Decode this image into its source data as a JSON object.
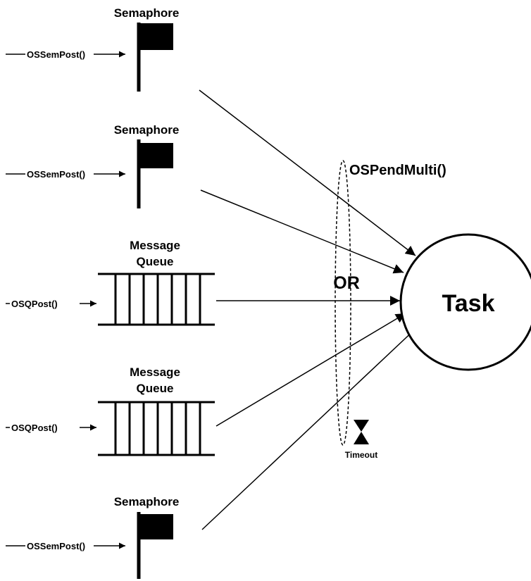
{
  "colors": {
    "ink": "#000000",
    "background": "#ffffff"
  },
  "task": {
    "label": "Task"
  },
  "pend": {
    "label": "OSPendMulti()",
    "or_label": "OR",
    "timeout_label": "Timeout",
    "timeout_icon": "hourglass-icon"
  },
  "objects": [
    {
      "kind": "semaphore",
      "title": "Semaphore",
      "post": "OSSemPost()"
    },
    {
      "kind": "semaphore",
      "title": "Semaphore",
      "post": "OSSemPost()"
    },
    {
      "kind": "queue",
      "title_line1": "Message",
      "title_line2": "Queue",
      "post": "OSQPost()"
    },
    {
      "kind": "queue",
      "title_line1": "Message",
      "title_line2": "Queue",
      "post": "OSQPost()"
    },
    {
      "kind": "semaphore",
      "title": "Semaphore",
      "post": "OSSemPost()"
    }
  ]
}
